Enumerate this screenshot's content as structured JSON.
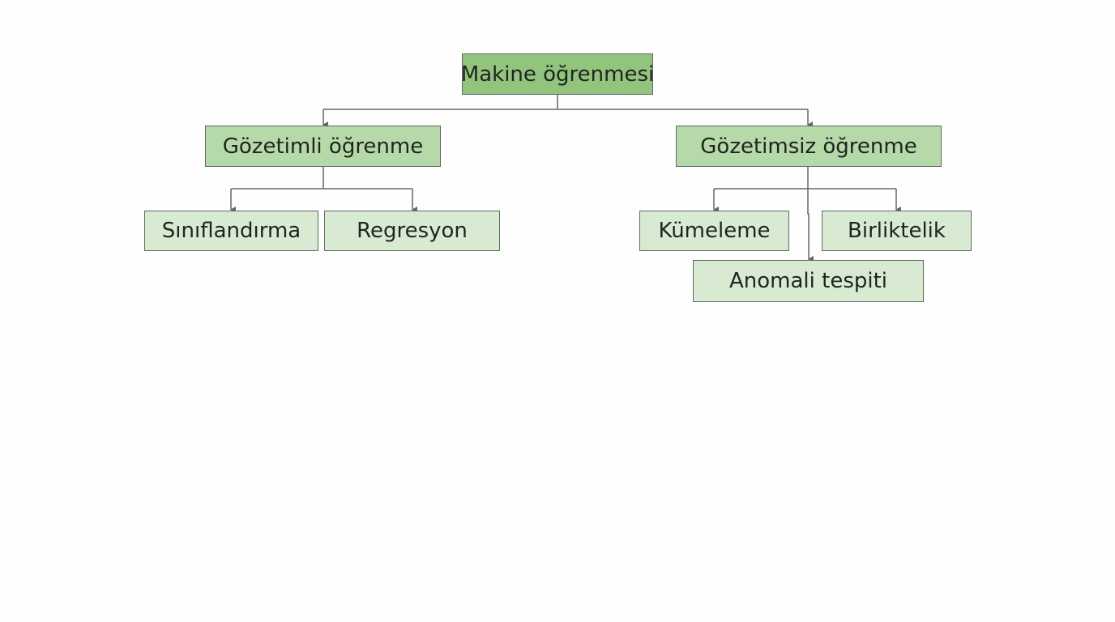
{
  "diagram": {
    "root": {
      "label": "Makine öğrenmesi"
    },
    "supervised": {
      "label": "Gözetimli öğrenme",
      "children": [
        {
          "label": "Sınıflandırma"
        },
        {
          "label": "Regresyon"
        }
      ]
    },
    "unsupervised": {
      "label": "Gözetimsiz öğrenme",
      "children": [
        {
          "label": "Kümeleme"
        },
        {
          "label": "Birliktelik"
        },
        {
          "label": "Anomali tespiti"
        }
      ]
    },
    "colors": {
      "level0_fill": "#93c47d",
      "level1_fill": "#b5d9a8",
      "level2_fill": "#d9ead3",
      "border": "#5f6b5f",
      "connector": "#666666"
    }
  }
}
